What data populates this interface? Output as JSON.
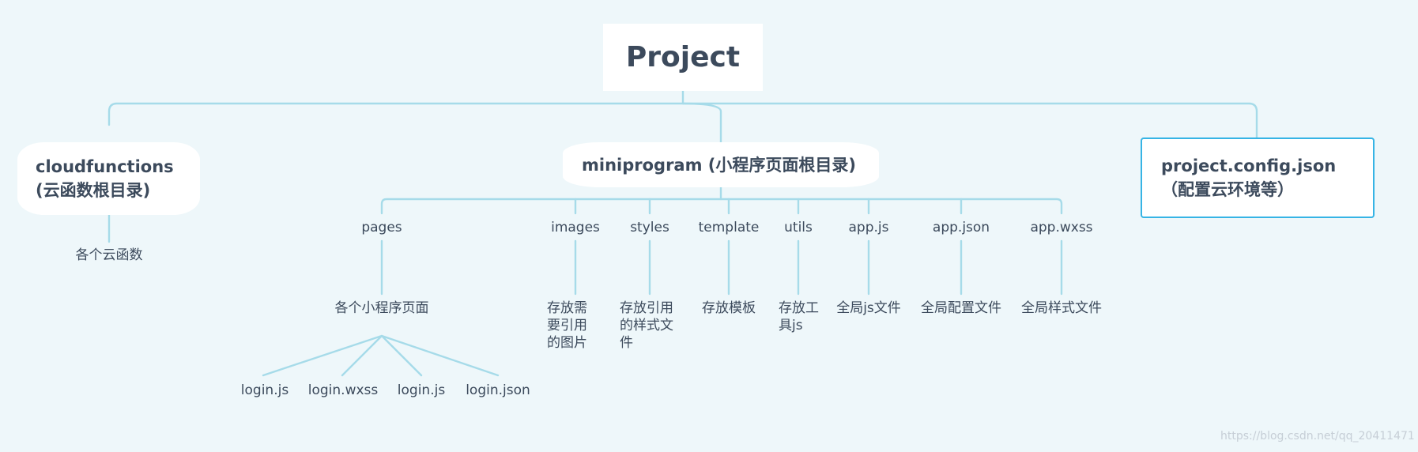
{
  "root": {
    "label": "Project"
  },
  "cloudfunctions": {
    "label": "cloudfunctions (云函数根目录)",
    "child": "各个云函数"
  },
  "miniprogram": {
    "label": "miniprogram (小程序页面根目录)",
    "folders": [
      {
        "name": "pages",
        "desc": "各个小程序页面"
      },
      {
        "name": "images",
        "desc": "存放需要引用的图片"
      },
      {
        "name": "styles",
        "desc": "存放引用的样式文件"
      },
      {
        "name": "template",
        "desc": "存放模板"
      },
      {
        "name": "utils",
        "desc": "存放工具js"
      },
      {
        "name": "app.js",
        "desc": "全局js文件"
      },
      {
        "name": "app.json",
        "desc": "全局配置文件"
      },
      {
        "name": "app.wxss",
        "desc": "全局样式文件"
      }
    ],
    "page_files": [
      "login.js",
      "login.wxss",
      "login.js",
      "login.json"
    ]
  },
  "project_config": {
    "label": "project.config.json （配置云环境等）"
  },
  "watermark": "https://blog.csdn.net/qq_20411471",
  "colors": {
    "background": "#eef7fa",
    "connector": "#a6dbe9",
    "highlight_border": "#36b4e5",
    "text": "#3c4a5c"
  }
}
